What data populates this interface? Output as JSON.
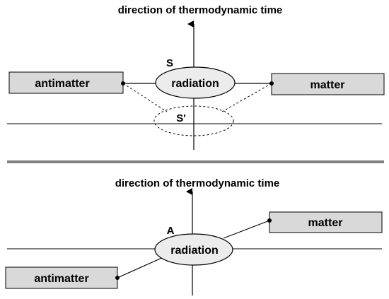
{
  "colors": {
    "box_fill": "#d9d9d9",
    "ellipse_fill": "#ececec",
    "divider": "#808080",
    "stroke": "#000000",
    "background": "#ffffff"
  },
  "top_panel": {
    "title": "direction of thermodynamic time",
    "left_box": "antimatter",
    "center_ellipse": "radiation",
    "right_box": "matter",
    "point_s": "S",
    "point_s_prime": "S'"
  },
  "bottom_panel": {
    "title": "direction of thermodynamic time",
    "left_box": "antimatter",
    "center_ellipse": "radiation",
    "right_box": "matter",
    "point_a": "A"
  }
}
